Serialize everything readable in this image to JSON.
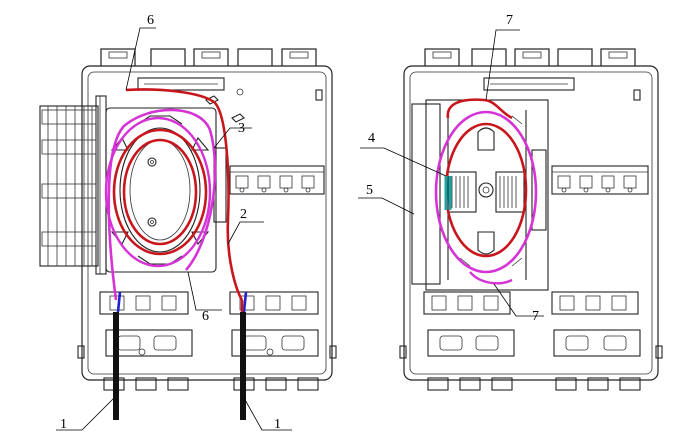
{
  "figure": {
    "callouts": {
      "c1a": "1",
      "c1b": "1",
      "c2": "2",
      "c3": "3",
      "c4": "4",
      "c5": "5",
      "c6a": "6",
      "c6b": "6",
      "c7a": "7",
      "c7b": "7"
    },
    "colors": {
      "red_fiber": "#c8161d",
      "magenta_fiber": "#d633d6",
      "blue_fiber": "#2222cc",
      "cyan_fiber": "#17a6a6",
      "outline": "#222222"
    },
    "icons": {
      "left_panel": "fiber-distribution-box-open",
      "right_panel": "fiber-distribution-box-splice-tray",
      "cable": "drop-cable"
    }
  }
}
